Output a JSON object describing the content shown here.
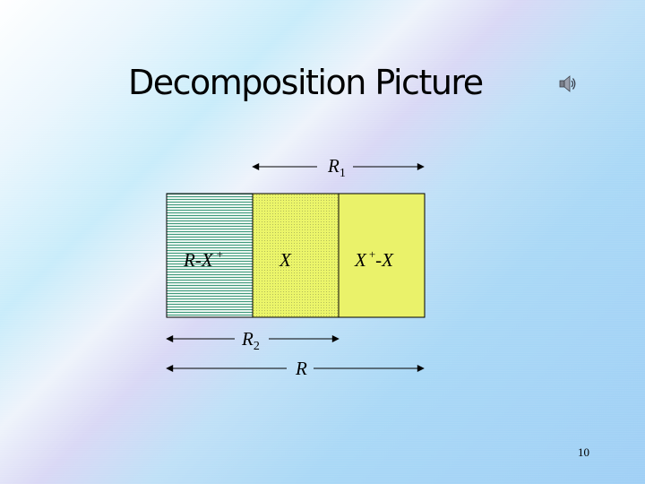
{
  "slide": {
    "title": "Decomposition Picture",
    "page_number": "10"
  },
  "diagram": {
    "regions": [
      {
        "label": "R-X",
        "sup": "+",
        "fill": "#e9f5ef",
        "pattern": "horizontal-lines",
        "pattern_color": "#3f9a7c"
      },
      {
        "label": "X",
        "fill": "#ebf56a",
        "pattern": "dots",
        "pattern_color": "#b4bd5a"
      },
      {
        "label": "X",
        "sup": "+",
        "suffix": "-X",
        "fill": "#eaf26a"
      }
    ],
    "spans": [
      {
        "label": "R",
        "sub": "1"
      },
      {
        "label": "R",
        "sub": "2"
      },
      {
        "label": "R"
      }
    ]
  },
  "icons": {
    "sound": "speaker-icon"
  }
}
